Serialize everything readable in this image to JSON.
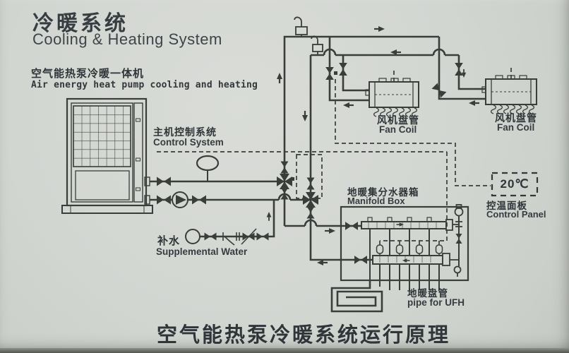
{
  "colors": {
    "paper": "#d3d7d2",
    "ink": "#3a3e3b",
    "text": "#33373b"
  },
  "header": {
    "title_zh": "冷暖系统",
    "title_en": "Cooling & Heating System"
  },
  "heat_pump": {
    "label_zh": "空气能热泵冷暖一体机",
    "label_en": "Air energy heat pump cooling and heating"
  },
  "control_system": {
    "label_zh": "主机控制系统",
    "label_en": "Control System"
  },
  "fan_coil": {
    "label_zh": "风机盘管",
    "label_en": "Fan Coil"
  },
  "manifold": {
    "label_zh": "地暖集分水器箱",
    "label_en": "Manifold Box"
  },
  "control_panel": {
    "temp": "20℃",
    "label_zh": "控温面板",
    "label_en": "Control Panel"
  },
  "makeup_water": {
    "label_zh": "补水",
    "label_en": "Supplemental Water"
  },
  "ufh": {
    "label_zh": "地暖盘管",
    "label_en": "pipe for UFH"
  },
  "footer": {
    "title": "空气能热泵冷暖系统运行原理"
  }
}
